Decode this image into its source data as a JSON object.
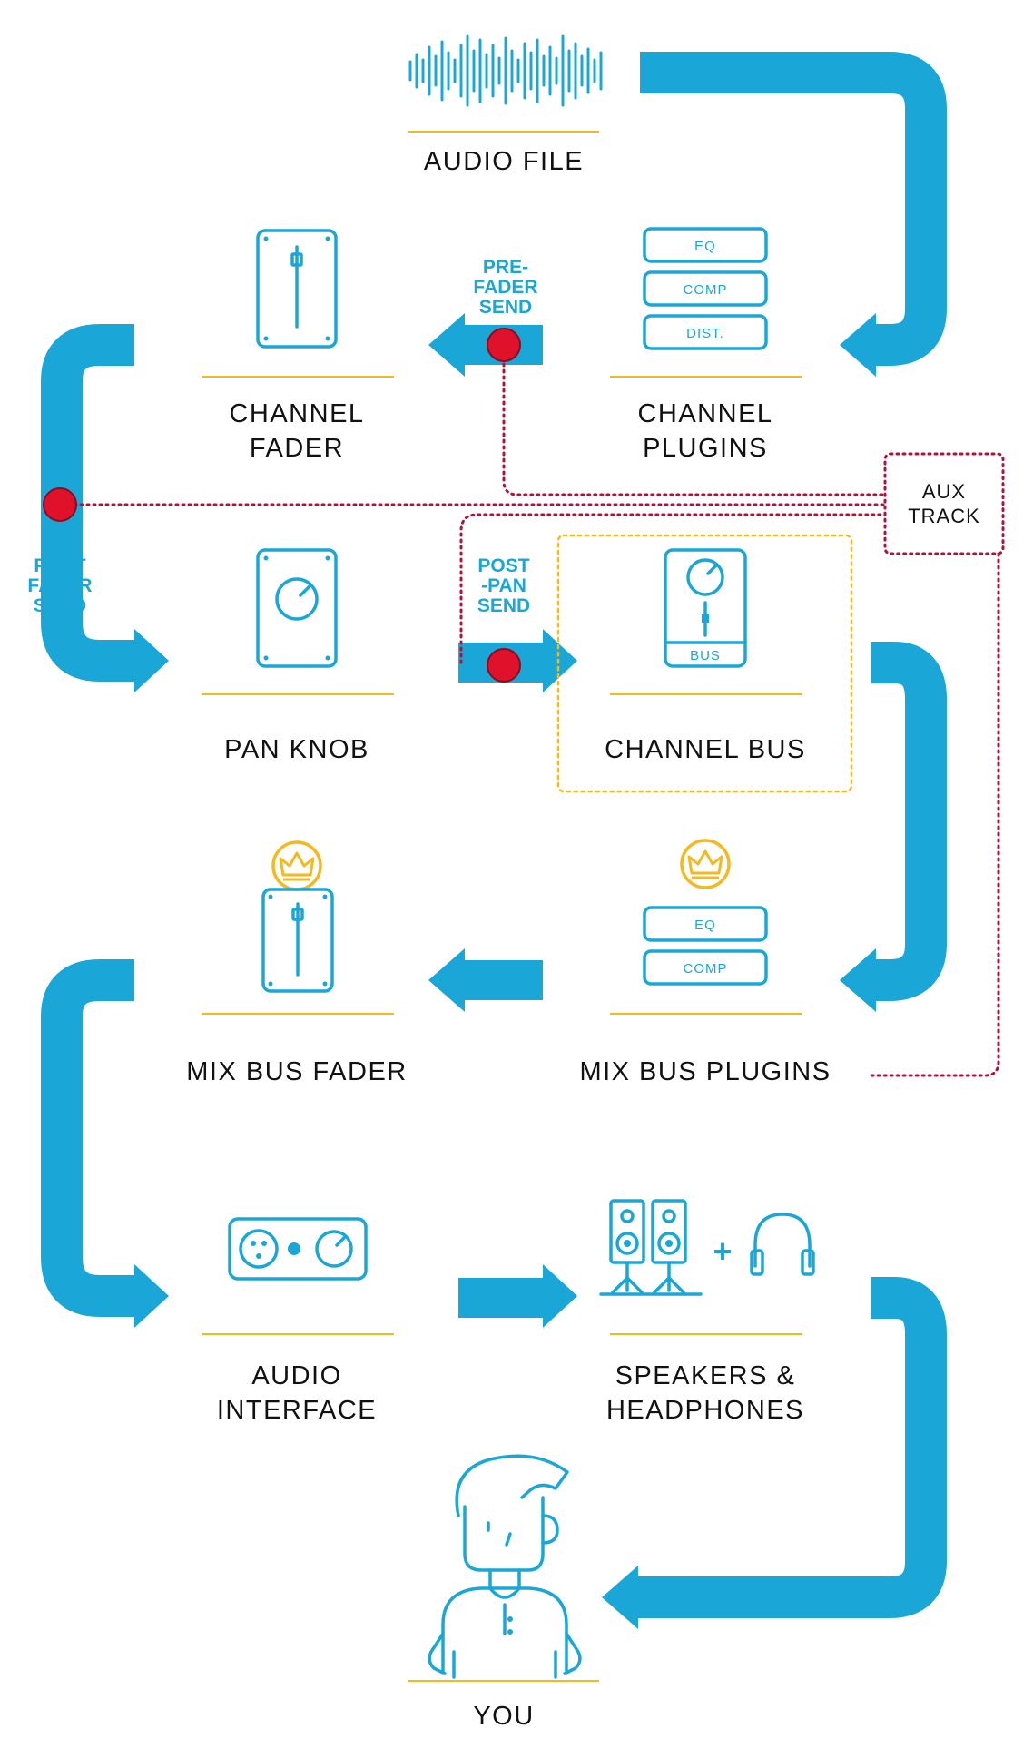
{
  "nodes": {
    "audio_file": "AUDIO FILE",
    "channel_fader": [
      "CHANNEL",
      "FADER"
    ],
    "channel_plugins": [
      "CHANNEL",
      "PLUGINS"
    ],
    "pan_knob": "PAN KNOB",
    "channel_bus": "CHANNEL BUS",
    "mix_bus_fader": "MIX BUS FADER",
    "mix_bus_plugins": "MIX BUS PLUGINS",
    "audio_interface": [
      "AUDIO",
      "INTERFACE"
    ],
    "speakers_headphones": [
      "SPEAKERS &",
      "HEADPHONES"
    ],
    "you": "YOU"
  },
  "sends": {
    "pre_fader": [
      "PRE-",
      "FADER",
      "SEND"
    ],
    "post_fader": [
      "POST",
      "FADER",
      "SEND"
    ],
    "post_pan": [
      "POST",
      "-PAN",
      "SEND"
    ]
  },
  "aux_track": [
    "AUX",
    "TRACK"
  ],
  "plugin_boxes": {
    "channel": [
      "EQ",
      "COMP",
      "DIST."
    ],
    "mix_bus": [
      "EQ",
      "COMP"
    ]
  },
  "bus_icon_label": "BUS",
  "speakers_plus": "+",
  "icons": [
    "waveform-icon",
    "fader-icon",
    "plugin-stack-icon",
    "knob-icon",
    "bus-strip-icon",
    "crown-icon",
    "audio-interface-icon",
    "speakers-icon",
    "headphones-icon",
    "person-icon"
  ],
  "colors": {
    "flow": "#1aa7d8",
    "underline": "#f4b91f",
    "send_point": "#e0112b",
    "aux_route": "#b0123a",
    "bus_outline": "#f4b91f"
  }
}
